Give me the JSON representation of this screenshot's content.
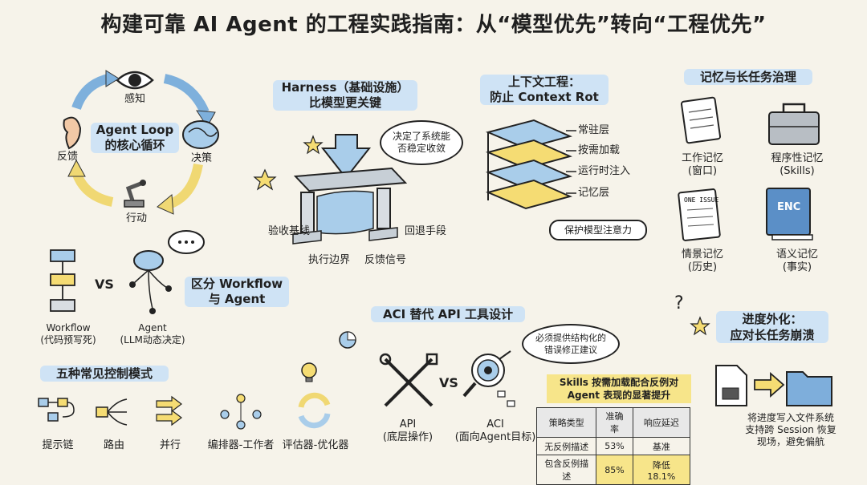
{
  "title": "构建可靠 AI Agent 的工程实践指南：从“模型优先”转向“工程优先”",
  "loop": {
    "center": "Agent Loop\n的核心循环",
    "perceive": "感知",
    "decide": "决策",
    "act": "行动",
    "feedback": "反馈"
  },
  "harness": {
    "heading": "Harness（基础设施）\n比模型更关键",
    "bubble": "决定了系统能\n否稳定收敛",
    "baseline": "验收基线",
    "rollback": "回退手段",
    "boundary": "执行边界",
    "feedback": "反馈信号"
  },
  "context": {
    "heading": "上下文工程：\n防止 Context Rot",
    "layers": [
      "常驻层",
      "按需加载",
      "运行时注入",
      "记忆层"
    ],
    "note": "保护模型注意力"
  },
  "memory": {
    "heading": "记忆与长任务治理",
    "items": [
      {
        "label": "工作记忆\n(窗口)",
        "icon": "notepad-icon"
      },
      {
        "label": "程序性记忆\n(Skills)",
        "icon": "toolbox-icon"
      },
      {
        "label": "情景记忆\n(历史)",
        "icon": "diary-icon"
      },
      {
        "label": "语义记忆\n(事实)",
        "icon": "book-icon"
      }
    ],
    "diary_text": "ONE ISSUE",
    "book_text": "ENC"
  },
  "workflow": {
    "vs": "VS",
    "heading": "区分 Workflow\n与 Agent",
    "workflow_label": "Workflow\n(代码预写死)",
    "agent_label": "Agent\n(LLM动态决定)"
  },
  "progress": {
    "heading": "进度外化：\n应对长任务崩溃",
    "note": "将进度写入文件系统\n支持跨 Session 恢复\n现场，避免偏航"
  },
  "aci": {
    "heading": "ACI 替代 API 工具设计",
    "bubble": "必须提供结构化的\n错误修正建议",
    "vs": "VS",
    "api_label": "API\n(底层操作)",
    "aci_label": "ACI\n(面向Agent目标)"
  },
  "patterns": {
    "heading": "五种常见控制模式",
    "items": [
      "提示链",
      "路由",
      "并行",
      "编排器-工作者",
      "评估器-优化器"
    ]
  },
  "skills_table": {
    "caption": "Skills 按需加载配合反例对\nAgent 表现的显著提升",
    "headers": [
      "策略类型",
      "准确率",
      "响应延迟"
    ],
    "rows": [
      [
        "无反例描述",
        "53%",
        "基准"
      ],
      [
        "包含反例描述",
        "85%",
        "降低 18.1%"
      ]
    ]
  },
  "colors": {
    "blue": "#a9cdea",
    "yellow": "#f5dc73",
    "background": "#f6f3ea"
  }
}
